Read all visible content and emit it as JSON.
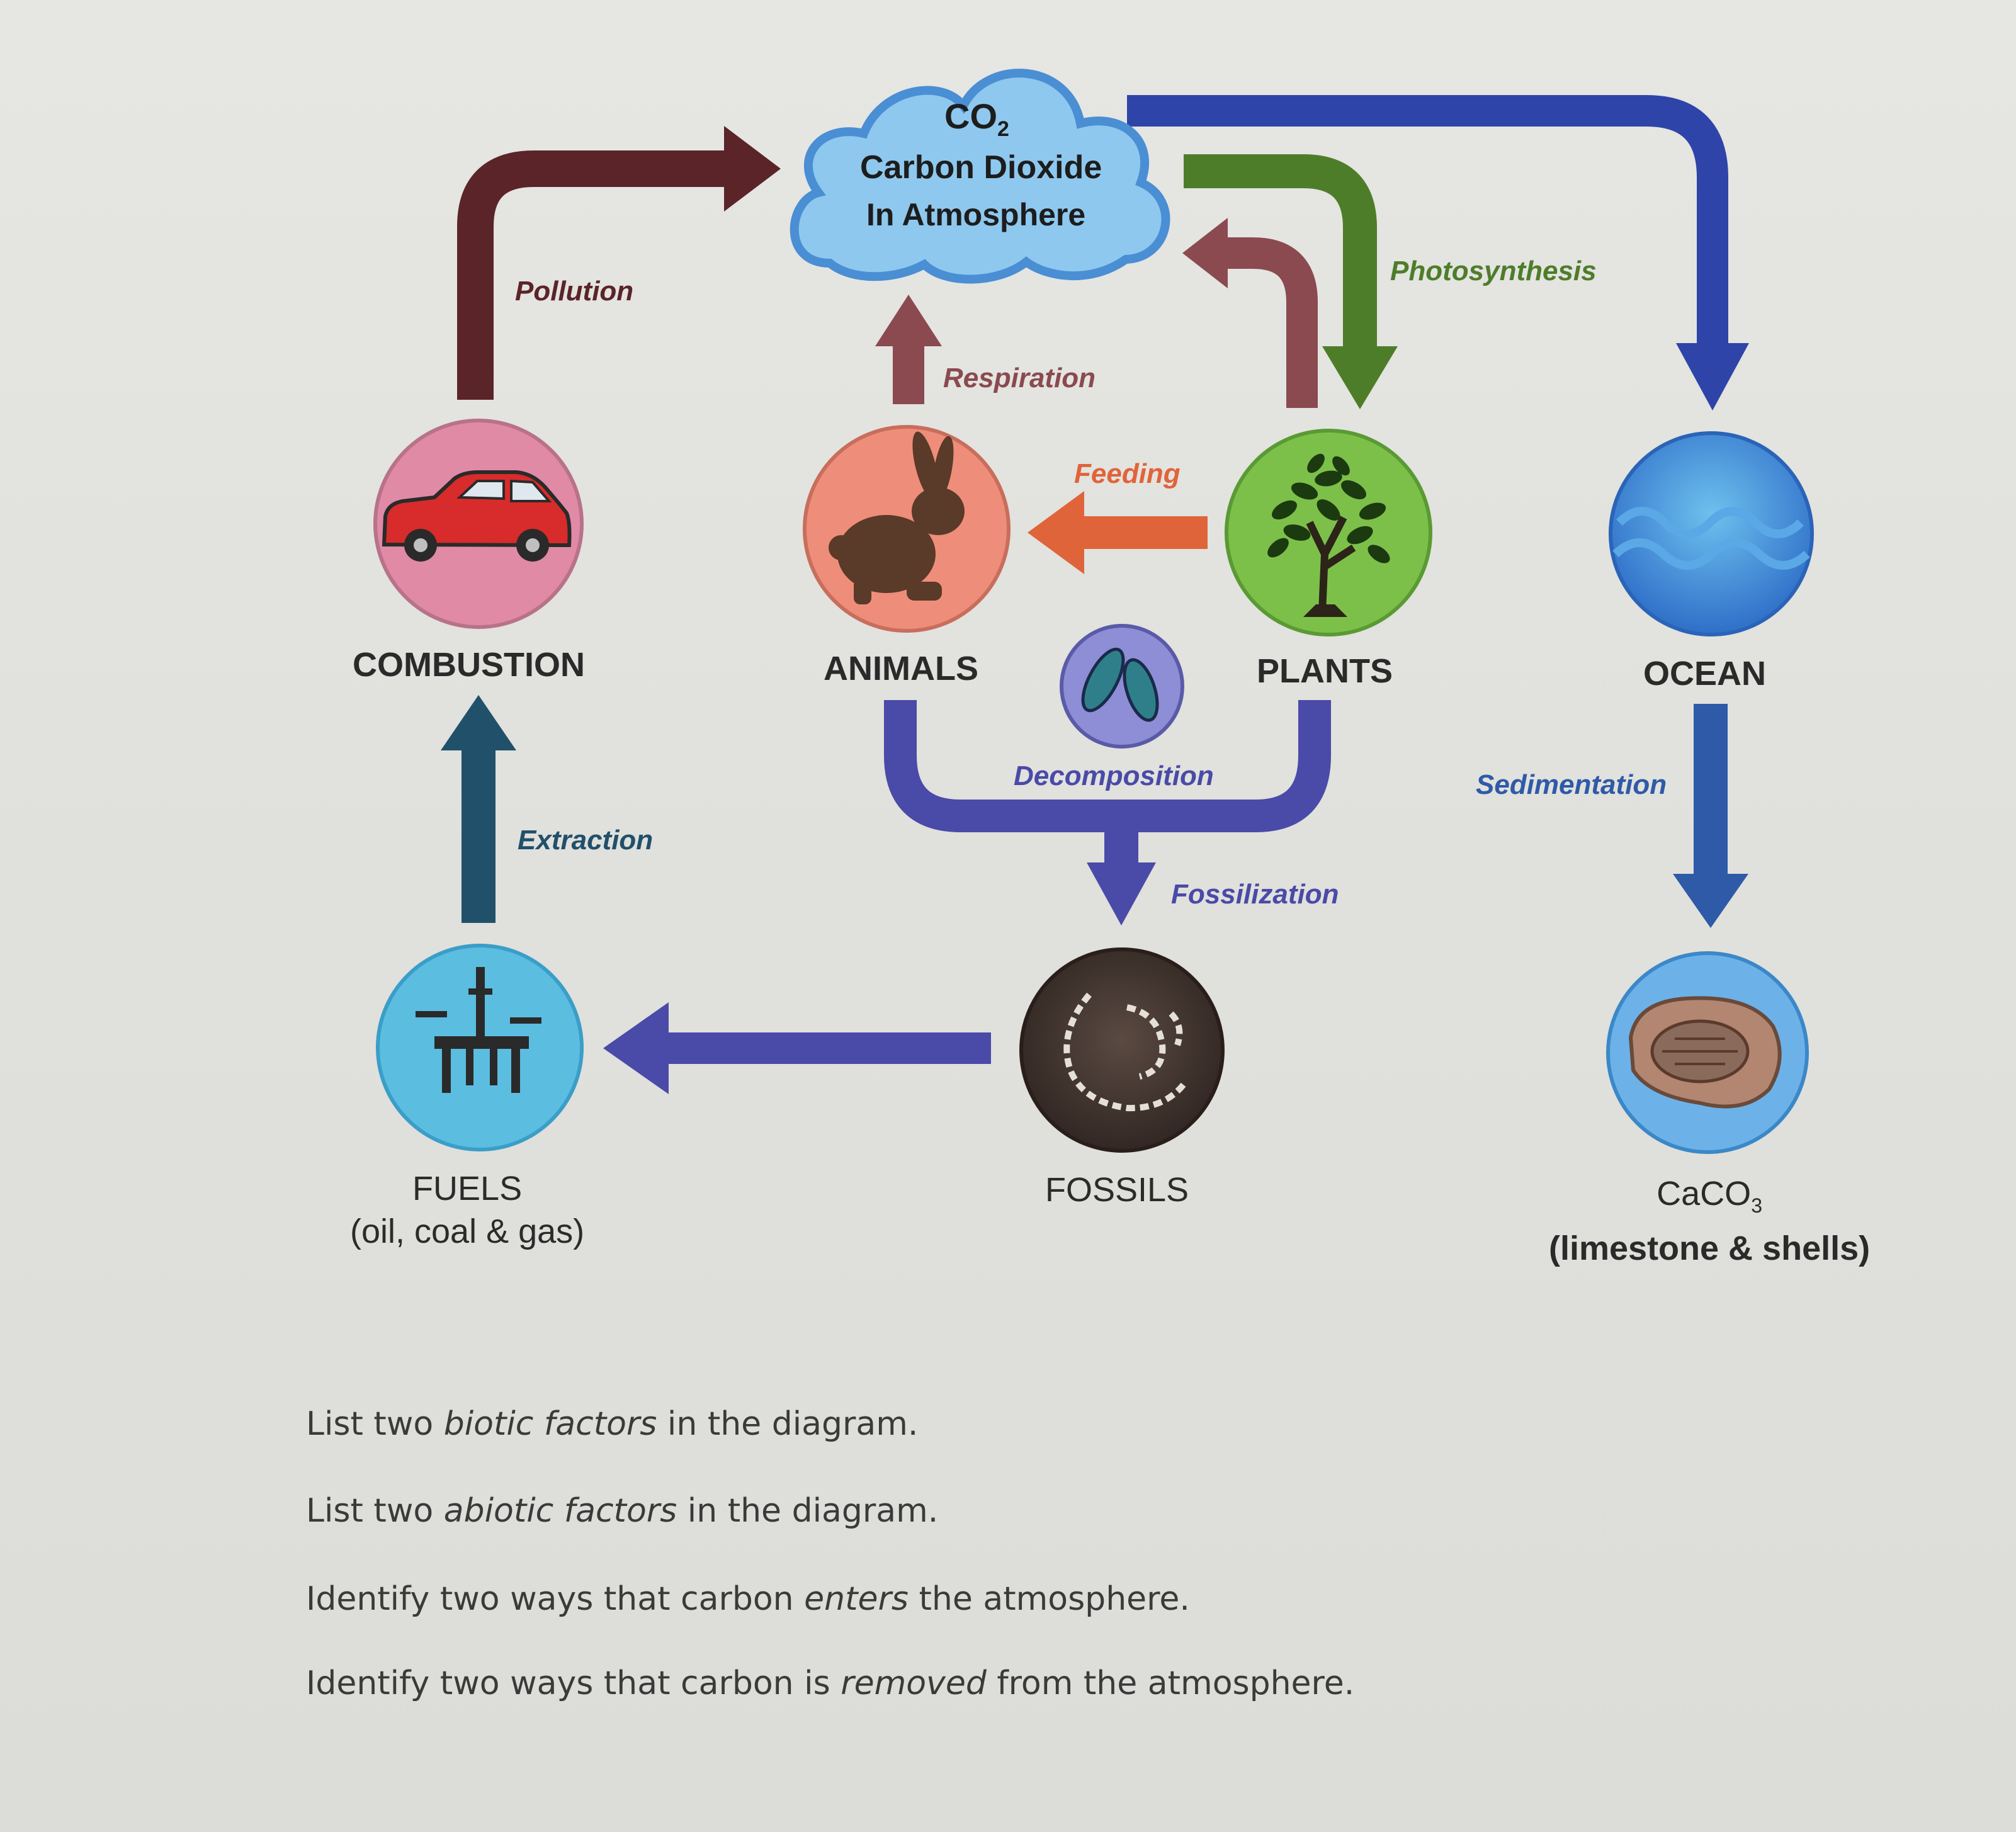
{
  "colors": {
    "pollution_arrow": "#5a2428",
    "respiration_arrow": "#8a4a50",
    "photosynthesis_arrow": "#4e7d2a",
    "ocean_arrow": "#2e44a8",
    "feeding_arrow": "#e0643a",
    "decomposition_arrow": "#4a4aa8",
    "extraction_arrow": "#21506a",
    "cloud_fill": "#8ec8ee",
    "combustion_circle": "#e08aa6",
    "animals_circle": "#ee8e7a",
    "plants_circle": "#7cc04a",
    "ocean_circle": "#3f8fd6",
    "fuels_circle": "#5bbde0",
    "fossils_circle": "#4a3a34",
    "caco3_circle": "#6cb2e8"
  },
  "cloud": {
    "formula_main": "CO",
    "formula_sub": "2",
    "line1": "Carbon Dioxide",
    "line2": "In Atmosphere"
  },
  "nodes": {
    "combustion": {
      "label": "COMBUSTION",
      "icon": "car-icon"
    },
    "animals": {
      "label": "ANIMALS",
      "icon": "rabbit-icon"
    },
    "plants": {
      "label": "PLANTS",
      "icon": "tree-icon"
    },
    "ocean": {
      "label": "OCEAN",
      "icon": "waves-icon"
    },
    "decomposers": {
      "icon": "bacteria-icon"
    },
    "fuels": {
      "label_line1": "FUELS",
      "label_line2": "(oil, coal & gas)",
      "icon": "oil-rig-icon"
    },
    "fossils": {
      "label": "FOSSILS",
      "icon": "fossil-skeleton-icon"
    },
    "caco3": {
      "label_main": "CaCO",
      "label_sub": "3",
      "label_line2": "(limestone & shells)",
      "icon": "shell-fossil-icon"
    }
  },
  "processes": {
    "pollution": "Pollution",
    "respiration": "Respiration",
    "photosynthesis": "Photosynthesis",
    "feeding": "Feeding",
    "decomposition": "Decomposition",
    "fossilization": "Fossilization",
    "sedimentation": "Sedimentation",
    "extraction": "Extraction"
  },
  "questions": [
    {
      "before": "List two ",
      "emphasis": "biotic factors",
      "after": " in the diagram."
    },
    {
      "before": "List two ",
      "emphasis": "abiotic factors",
      "after": " in the diagram."
    },
    {
      "before": "Identify two ways that carbon ",
      "emphasis": "enters",
      "after": " the atmosphere."
    },
    {
      "before": "Identify two ways that carbon is ",
      "emphasis": "removed",
      "after": " from the atmosphere."
    }
  ]
}
